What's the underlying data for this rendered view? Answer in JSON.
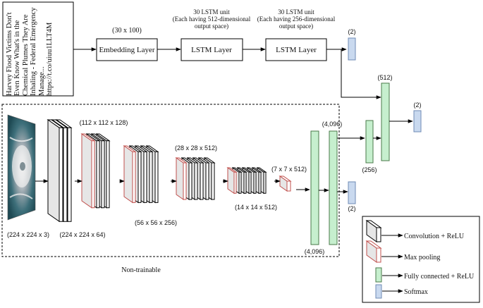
{
  "tweet_text": "Harvey Flood Victims Don't Even Know What's in the Chemical Plumes They Are Inhaling - Federal Emergency Manage... https://t.co/uiuu1LLT4M",
  "text_branch": {
    "input_dims": "(30 x 100)",
    "embedding_label": "Embedding Layer",
    "lstm1_label": "LSTM Layer",
    "lstm1_desc": [
      "30 LSTM unit",
      "(Each having 512-dimensional",
      "output space)"
    ],
    "lstm2_label": "LSTM Layer",
    "lstm2_desc": [
      "30 LSTM unit",
      "(Each having 256-dimensional",
      "output space)"
    ],
    "softmax_dim": "(2)"
  },
  "image_branch": {
    "input_dims": "(224 x 224 x 3)",
    "conv_dims": [
      "(224 x 224 x 64)",
      "(112 x 112 x 128)",
      "(56 x 56 x 256)",
      "(28 x 28 x 512)",
      "(14 x 14 x 512)",
      "(7 x 7 x 512)"
    ],
    "fc_dim_top": "(4,096)",
    "fc_dim_bottom": "(4,096)",
    "softmax_dim": "(2)",
    "frozen_label": "Non-trainable"
  },
  "fusion": {
    "fc512_dim": "(512)",
    "fc256_dim": "(256)",
    "softmax_dim": "(2)"
  },
  "legend": {
    "items": [
      {
        "label": "Convolution + ReLU",
        "icon": "conv-block",
        "fill": "#e6e6e6",
        "stroke": "#000000"
      },
      {
        "label": "Max pooling",
        "icon": "pool-block",
        "fill": "#e6e6e6",
        "stroke": "#c0504d"
      },
      {
        "label": "Fully connected + ReLU",
        "icon": "fc-block",
        "fill": "#c6efce",
        "stroke": "#4a7a4a"
      },
      {
        "label": "Softmax",
        "icon": "softmax-block",
        "fill": "#c9d9ef",
        "stroke": "#6f8bb5"
      }
    ]
  },
  "colors": {
    "conv_face": "#e6e6e6",
    "pool_edge": "#c0504d",
    "fc_fill": "#c6efce",
    "softmax_fill": "#c9d9ef"
  }
}
